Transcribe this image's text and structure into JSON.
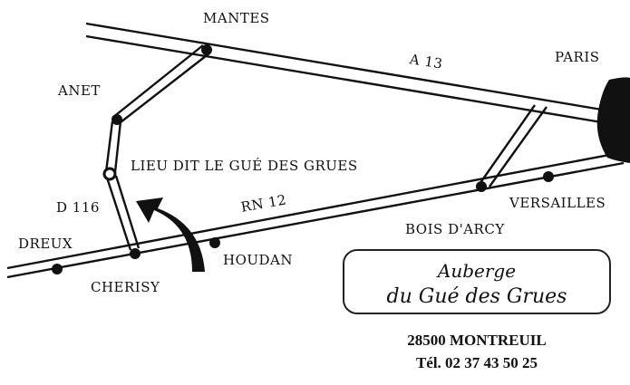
{
  "roads": {
    "a13": "A 13",
    "rn12": "RN 12",
    "d116": "D 116"
  },
  "places": {
    "mantes": "MANTES",
    "paris": "PARIS",
    "anet": "ANET",
    "lieu_dit": "LIEU DIT  LE GUÉ DES GRUES",
    "dreux": "DREUX",
    "cherisy": "CHERISY",
    "houdan": "HOUDAN",
    "bois_darcy": "BOIS D'ARCY",
    "versailles": "VERSAILLES"
  },
  "sign": {
    "line1": "Auberge",
    "line2": "du Gué des Grues"
  },
  "address": {
    "city": "28500 MONTREUIL",
    "phone": "Tél. 02 37 43 50 25"
  }
}
